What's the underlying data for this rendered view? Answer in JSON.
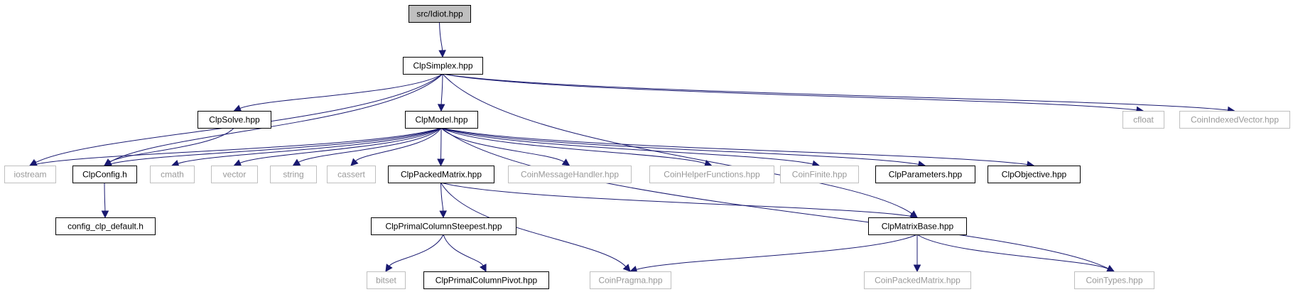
{
  "colors": {
    "edge": "#191970",
    "node_border_strong": "#000000",
    "node_border_weak": "#bfbfbf",
    "node_fill_root": "#bfbfbf",
    "node_fill": "#ffffff",
    "text_strong": "#000000",
    "text_weak": "#999999"
  },
  "nodes": [
    {
      "id": "idiot",
      "label": "src/Idiot.hpp",
      "style": "root"
    },
    {
      "id": "clpsimplex",
      "label": "ClpSimplex.hpp",
      "style": "strong"
    },
    {
      "id": "clpsolve",
      "label": "ClpSolve.hpp",
      "style": "strong"
    },
    {
      "id": "clpmodel",
      "label": "ClpModel.hpp",
      "style": "strong"
    },
    {
      "id": "cfloat",
      "label": "cfloat",
      "style": "weak"
    },
    {
      "id": "coinindexedvector",
      "label": "CoinIndexedVector.hpp",
      "style": "weak"
    },
    {
      "id": "iostream",
      "label": "iostream",
      "style": "weak"
    },
    {
      "id": "clpconfig",
      "label": "ClpConfig.h",
      "style": "strong"
    },
    {
      "id": "cmath",
      "label": "cmath",
      "style": "weak"
    },
    {
      "id": "vector",
      "label": "vector",
      "style": "weak"
    },
    {
      "id": "string",
      "label": "string",
      "style": "weak"
    },
    {
      "id": "cassert",
      "label": "cassert",
      "style": "weak"
    },
    {
      "id": "clppackedmatrix",
      "label": "ClpPackedMatrix.hpp",
      "style": "strong"
    },
    {
      "id": "coinmessagehandler",
      "label": "CoinMessageHandler.hpp",
      "style": "weak"
    },
    {
      "id": "coinhelperfunctions",
      "label": "CoinHelperFunctions.hpp",
      "style": "weak"
    },
    {
      "id": "coinfinite",
      "label": "CoinFinite.hpp",
      "style": "weak"
    },
    {
      "id": "clpparameters",
      "label": "ClpParameters.hpp",
      "style": "strong"
    },
    {
      "id": "clpobjective",
      "label": "ClpObjective.hpp",
      "style": "strong"
    },
    {
      "id": "config_clp_default",
      "label": "config_clp_default.h",
      "style": "strong"
    },
    {
      "id": "clpprimalcolumnsteepest",
      "label": "ClpPrimalColumnSteepest.hpp",
      "style": "strong"
    },
    {
      "id": "clpmatrixbase",
      "label": "ClpMatrixBase.hpp",
      "style": "strong"
    },
    {
      "id": "bitset",
      "label": "bitset",
      "style": "weak"
    },
    {
      "id": "clpprimalcolumnpivot",
      "label": "ClpPrimalColumnPivot.hpp",
      "style": "strong"
    },
    {
      "id": "coinpragma",
      "label": "CoinPragma.hpp",
      "style": "weak"
    },
    {
      "id": "coinpackedmatrix",
      "label": "CoinPackedMatrix.hpp",
      "style": "weak"
    },
    {
      "id": "cointypes",
      "label": "CoinTypes.hpp",
      "style": "weak"
    }
  ],
  "edges": [
    {
      "from": "idiot",
      "to": "clpsimplex"
    },
    {
      "from": "clpsimplex",
      "to": "clpsolve"
    },
    {
      "from": "clpsimplex",
      "to": "clpmodel"
    },
    {
      "from": "clpsimplex",
      "to": "iostream"
    },
    {
      "from": "clpsimplex",
      "to": "clpconfig"
    },
    {
      "from": "clpsimplex",
      "to": "cfloat"
    },
    {
      "from": "clpsimplex",
      "to": "coinindexedvector"
    },
    {
      "from": "clpsimplex",
      "to": "clpmatrixbase"
    },
    {
      "from": "clpsolve",
      "to": "clpconfig"
    },
    {
      "from": "clpmodel",
      "to": "iostream"
    },
    {
      "from": "clpmodel",
      "to": "clpconfig"
    },
    {
      "from": "clpmodel",
      "to": "cmath"
    },
    {
      "from": "clpmodel",
      "to": "vector"
    },
    {
      "from": "clpmodel",
      "to": "string"
    },
    {
      "from": "clpmodel",
      "to": "cassert"
    },
    {
      "from": "clpmodel",
      "to": "clppackedmatrix"
    },
    {
      "from": "clpmodel",
      "to": "coinmessagehandler"
    },
    {
      "from": "clpmodel",
      "to": "coinhelperfunctions"
    },
    {
      "from": "clpmodel",
      "to": "coinfinite"
    },
    {
      "from": "clpmodel",
      "to": "clpparameters"
    },
    {
      "from": "clpmodel",
      "to": "clpobjective"
    },
    {
      "from": "clpmodel",
      "to": "cointypes"
    },
    {
      "from": "clpconfig",
      "to": "config_clp_default"
    },
    {
      "from": "clppackedmatrix",
      "to": "clpprimalcolumnsteepest"
    },
    {
      "from": "clppackedmatrix",
      "to": "clpmatrixbase"
    },
    {
      "from": "clppackedmatrix",
      "to": "coinpragma"
    },
    {
      "from": "clpprimalcolumnsteepest",
      "to": "bitset"
    },
    {
      "from": "clpprimalcolumnsteepest",
      "to": "clpprimalcolumnpivot"
    },
    {
      "from": "clpmatrixbase",
      "to": "coinpragma"
    },
    {
      "from": "clpmatrixbase",
      "to": "coinpackedmatrix"
    },
    {
      "from": "clpmatrixbase",
      "to": "cointypes"
    }
  ]
}
